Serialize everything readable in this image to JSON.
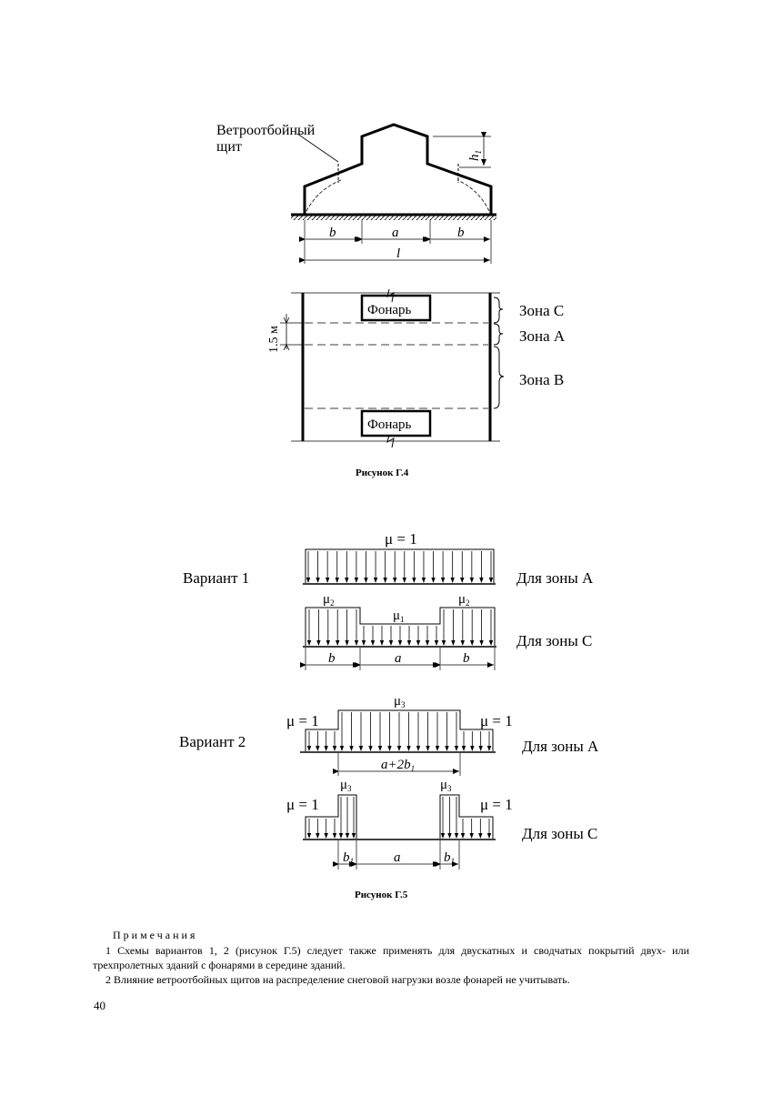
{
  "figure_g4": {
    "wind_shield_label_line1": "Ветроотбойный",
    "wind_shield_label_line2": "щит",
    "dim_b": "b",
    "dim_a": "a",
    "dim_l": "l",
    "dim_h": "h",
    "dim_h_sub": "1",
    "dim_15m": "1.5 м",
    "lantern_label": "Фонарь",
    "zone_c": "Зона С",
    "zone_a": "Зона А",
    "zone_b": "Зона В",
    "caption": "Рисунок Г.4"
  },
  "figure_g5": {
    "variant1_label": "Вариант 1",
    "variant2_label": "Вариант 2",
    "mu_eq_1": "μ = 1",
    "mu": "μ",
    "sub_1": "1",
    "sub_2": "2",
    "sub_3": "3",
    "for_zone_a": "Для зоны А",
    "for_zone_c": "Для зоны С",
    "dim_b": "b",
    "dim_a": "a",
    "dim_b1": "b",
    "dim_a2b1": "a+2b",
    "caption": "Рисунок Г.5"
  },
  "notes": {
    "title": "Примечания",
    "items": [
      "1 Схемы вариантов 1, 2 (рисунок Г.5) следует также применять для двускатных и сводчатых покрытий двух- или трехпролетных зданий с фонарями в середине зданий.",
      "2 Влияние ветроотбойных щитов на распределение снеговой нагрузки возле фонарей не учитывать."
    ]
  },
  "page_number": "40"
}
